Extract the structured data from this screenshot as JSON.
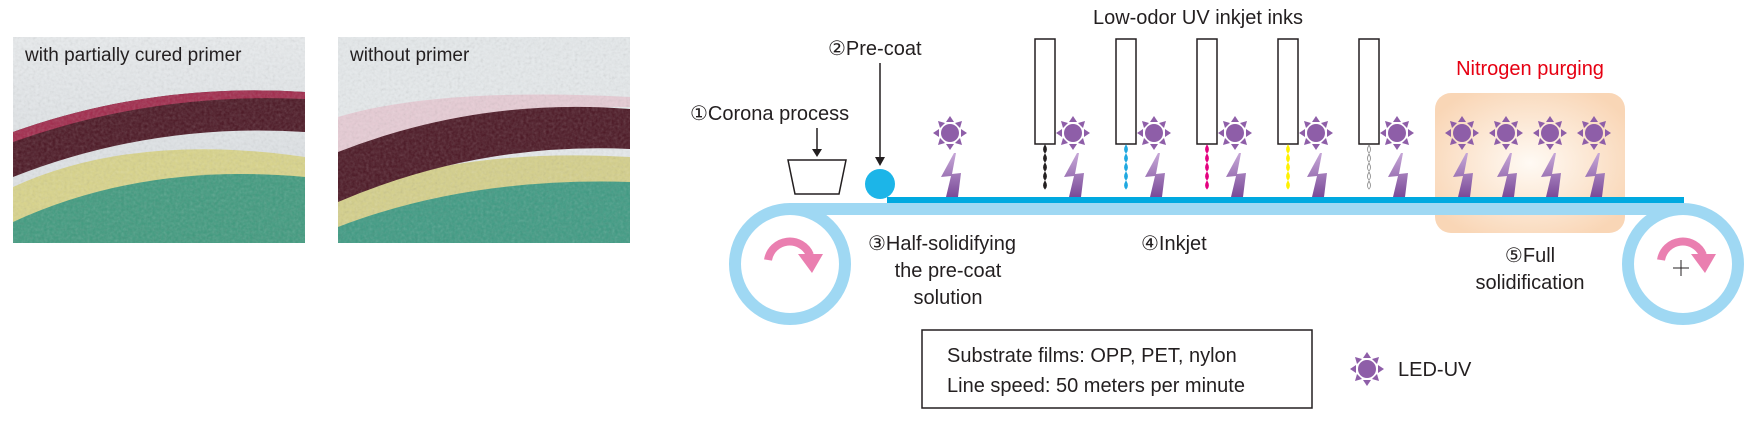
{
  "photos": [
    {
      "label": "with partially cured primer"
    },
    {
      "label": "without primer"
    }
  ],
  "diagram": {
    "steps": {
      "corona": "①Corona process",
      "precoat": "②Pre-coat",
      "half_1": "③Half-solidifying",
      "half_2": "the pre-coat",
      "half_3": "solution",
      "inkjet": "④Inkjet",
      "full_1": "⑤Full",
      "full_2": "solidification"
    },
    "inks_title": "Low-odor UV inkjet inks",
    "nitrogen_label": "Nitrogen purging",
    "ink_colors": [
      "#231f20",
      "#1fa8e0",
      "#e4007f",
      "#fff100",
      "#ffffff"
    ],
    "info_box": {
      "line1": "Substrate films: OPP, PET, nylon",
      "line2": "Line speed: 50 meters per minute"
    },
    "legend": {
      "icon": "led-uv-icon",
      "label": "LED-UV"
    },
    "colors": {
      "film": "#00a9e0",
      "belt": "#9fd8f3",
      "uv": "#8e5ea8",
      "arrow": "#ea7fb0",
      "nitrogen": "#e60012",
      "nitrogen_zone": "#f9d9bd"
    }
  }
}
